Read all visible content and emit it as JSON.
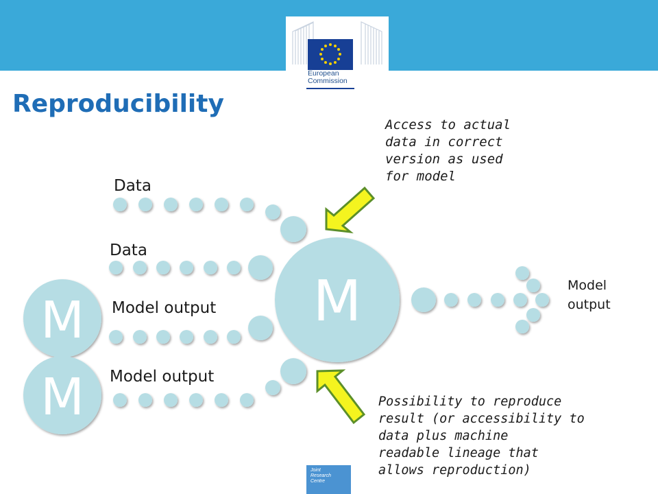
{
  "header": {
    "logo_line1": "European",
    "logo_line2": "Commission"
  },
  "title": "Reproducibility",
  "diagram": {
    "inputs": [
      "Data",
      "Data",
      "Model output",
      "Model output"
    ],
    "center_model_letter": "M",
    "left_model_letter_1": "M",
    "left_model_letter_2": "M",
    "output_label": "Model\noutput"
  },
  "notes": {
    "top": "Access to actual\ndata in correct\nversion as used\nfor model",
    "bottom": "Possibility to reproduce\nresult (or accessibility to\ndata plus machine\nreadable lineage that\nallows reproduction)"
  },
  "footer": {
    "jrc_text": "Joint\nResearch\nCentre"
  },
  "colors": {
    "header_bg": "#3aa9d9",
    "title": "#1f6db6",
    "bubble": "#b6dde4",
    "arrow_fill": "#f4f41f",
    "arrow_stroke": "#5c8f2a"
  }
}
